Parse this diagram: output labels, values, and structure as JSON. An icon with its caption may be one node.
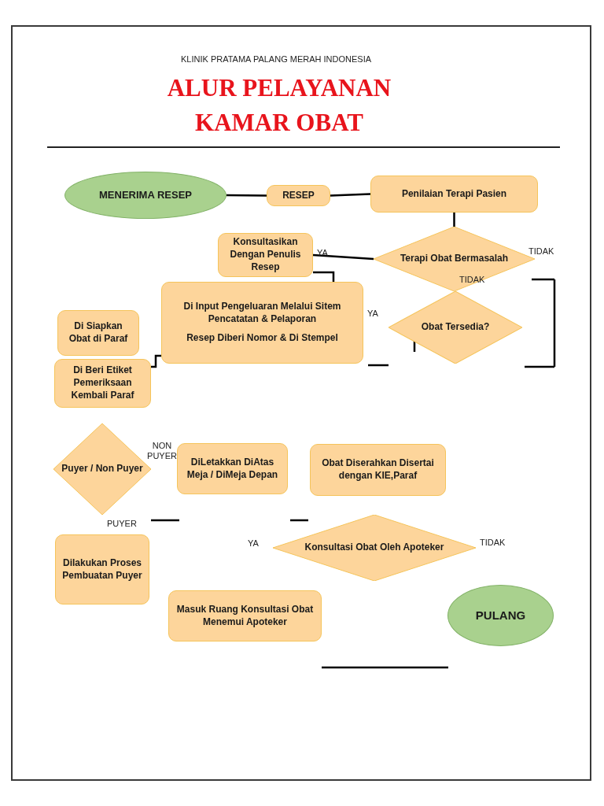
{
  "diagram": {
    "title": "ALUR PELAYANAN KAMAR OBAT",
    "nodes": [
      {
        "text": [
          "MENERIMA RESEP"
        ]
      },
      {
        "text": [
          "RESEP"
        ]
      },
      {
        "text": [
          "Penilaian Terapi Pasien"
        ]
      },
      {
        "text": [
          "Konsultasikan Dengan Penulis Resep"
        ]
      },
      {
        "text": [
          "Terapi Obat Bermasalah"
        ]
      },
      {
        "text": [
          "Di Input Pengeluaran Melalui Sitem Pencatatan & Pelaporan",
          "Resep Diberi Nomor & Di Stempel"
        ]
      },
      {
        "text": [
          "Obat Tersedia?"
        ]
      },
      {
        "text": [
          "Di Siapkan Obat di Paraf"
        ]
      },
      {
        "text": [
          "Di Beri Etiket Pemeriksaan Kembali Paraf"
        ]
      },
      {
        "text": [
          "Puyer / Non Puyer"
        ]
      },
      {
        "text": [
          "DiLetakkan DiAtas Meja / DiMeja Depan"
        ]
      },
      {
        "text": [
          "Obat Diserahkan Disertai dengan KIE,Paraf"
        ]
      },
      {
        "text": [
          "Dilakukan Proses Pembuatan Puyer"
        ]
      },
      {
        "text": [
          "Konsultasi Obat Oleh Apoteker"
        ]
      },
      {
        "text": [
          "Masuk Ruang Konsultasi Obat Menemui Apoteker"
        ]
      },
      {
        "text": [
          "PULANG"
        ]
      }
    ],
    "edges": [
      {
        "from": 0,
        "to": 1,
        "arrow": "none"
      },
      {
        "from": 1,
        "to": 2,
        "arrow": "none"
      },
      {
        "from": 2,
        "to": 4,
        "arrow": "none"
      },
      {
        "from": 4,
        "to": 3,
        "arrow": "none"
      },
      {
        "from": 3,
        "to": 5,
        "arrow": "none"
      },
      {
        "from": 5,
        "to": 8,
        "arrow": "none"
      }
    ],
    "labels": [
      "KLINIK PRATAMA PALANG MERAH INDONESIA",
      "YA",
      "TIDAK",
      "TIDAK",
      "YA",
      "NON PUYER",
      "PUYER",
      "YA",
      "TIDAK"
    ]
  }
}
